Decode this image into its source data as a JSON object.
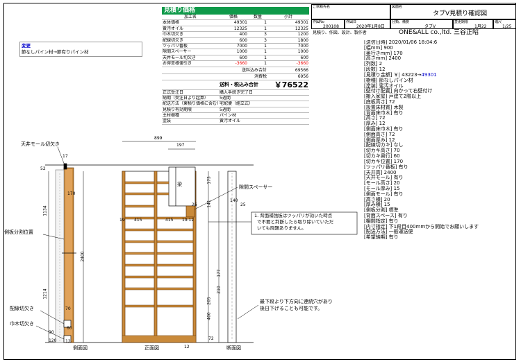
{
  "estimate": {
    "title": "見積り価格",
    "headers": [
      "加工名",
      "価格",
      "数量",
      "小計"
    ],
    "rows": [
      {
        "name": "本体価格",
        "price": "49301",
        "qty": "1",
        "subtotal": "49301"
      },
      {
        "name": "黄汚オイル",
        "price": "12325",
        "qty": "1",
        "subtotal": "12325"
      },
      {
        "name": "巾木切欠き",
        "price": "400",
        "qty": "3",
        "subtotal": "1200"
      },
      {
        "name": "配線切欠き",
        "price": "600",
        "qty": "3",
        "subtotal": "1800"
      },
      {
        "name": "ツッパリ番板",
        "price": "7000",
        "qty": "1",
        "subtotal": "7000"
      },
      {
        "name": "隙間スペーサー",
        "price": "1000",
        "qty": "1",
        "subtotal": "1000"
      },
      {
        "name": "天井モール切欠き",
        "price": "600",
        "qty": "1",
        "subtotal": "600"
      },
      {
        "name": "お得意様値引き",
        "price": "-3660",
        "qty": "1",
        "subtotal": "-3660"
      }
    ],
    "tax_label": "送料込み合計",
    "tax_value": "69566",
    "consumption_label": "消費税",
    "consumption_value": "6956",
    "total_label": "送料・税込み合計",
    "total_value": "￥76522",
    "details": [
      {
        "k": "正式受注日",
        "v": "購入手続き完了日"
      },
      {
        "k": "納期（受注日より起算）",
        "v": "5週間"
      },
      {
        "k": "配送方法（東積り価格に含む）",
        "v": "宅配便（組立式）"
      },
      {
        "k": "見積り有効期限",
        "v": "5週間"
      },
      {
        "k": "主材樹種",
        "v": "パイン材"
      },
      {
        "k": "塗装",
        "v": "黄汚オイル"
      }
    ]
  },
  "change": {
    "label": "変更",
    "text": "節なしパイン材→節有りパイン材"
  },
  "info": {
    "customer_label": "ご依頼先名",
    "drawing_label": "図面名",
    "drawing_title": "タブV見積り確認図",
    "order_no_label": "作図No",
    "order_no": "200108",
    "date_label": "作図日",
    "date": "2020年1月8日",
    "category_label": "分類、備要",
    "category": "タブV",
    "change_date_label": "変更期限",
    "change_date": "1月22",
    "scale_label": "縮尺",
    "scale": "1/25",
    "maker_label": "見積り、作図、設計、製作者",
    "maker": "ONE&ALL co.,ltd. 三谷正昭"
  },
  "spec": [
    "[送信日時] 2020/01/06 18:04:6",
    "[幅mm] 900",
    "[奥行きmm] 170",
    "[高さmm] 2400",
    "[列数] 2",
    "[段数] 12",
    "[見積り金額] ￥| 43223→49301",
    "[樹種] 節なしパイン材",
    "[塗装] 蜜汚オイル",
    "[壁付け配置] 向かって右壁付け",
    "[搬入家屋] 戸建て2階以上",
    "[底板高さ] 72",
    "[設置床材質] 木製",
    "[背面床巾木] 有り",
    "[高さ] 72",
    "[厚み] 12",
    "[側面床巾木] 有り",
    "[側面高さ] 72",
    "[側面厚み] 12",
    "[配線切カキ] なし",
    "[切カキ高さ] 70",
    "[切カキ奥行] 60",
    "[切カキ位置] 170",
    "[ツッパリ番板] 有り",
    "[天井高] 2400",
    "[天井モール] 有り",
    "[モール高さ] 20",
    "[モール厚み] 15",
    "[側面モール] 有り",
    "[高さ横] 20",
    "[厚み横] 15",
    "[側板分割] 標準",
    "[背面スペース] 有り",
    "[棚間指定] 有り",
    "[内寸指定] 下1段目400mmから開始でお願いします",
    "[配送方法] 一般運送便",
    "[希望納期] 有り"
  ],
  "drawing": {
    "labels": {
      "ceiling_mold": "天井モール切欠き",
      "side_split": "側板分割位置",
      "wire_cut": "配線切欠き",
      "baseboard_cut": "巾木切欠き",
      "gap_spacer": "隙間スペーサー",
      "beam": "梁",
      "side_view": "側面図",
      "front_view": "正面図",
      "section_view": "断面図"
    },
    "note1": [
      "1. 背面補強板はツッパリが効いた時点",
      "で不要と判断したら取り除いていただ",
      "いても問題ありません。"
    ],
    "note2": [
      "最下段より下方向に連続穴があり",
      "後日下げることも可能です。"
    ],
    "dims": {
      "width": "899",
      "beam_w": "197",
      "d17": "17",
      "d52": "52",
      "d170": "170",
      "d1134": "1134",
      "d1214": "1214",
      "d2400": "2400",
      "d400": "400",
      "d12": "12",
      "d70": "70",
      "d60": "60",
      "d19": "19",
      "d415": "415",
      "d19b": "19.12",
      "d26": "26",
      "d140": "140",
      "d25": "25",
      "d173": "173",
      "d141": "141",
      "d205": "205",
      "d210": "210",
      "d177": "177",
      "d72": "72",
      "d90": "90",
      "d120": "120"
    }
  }
}
